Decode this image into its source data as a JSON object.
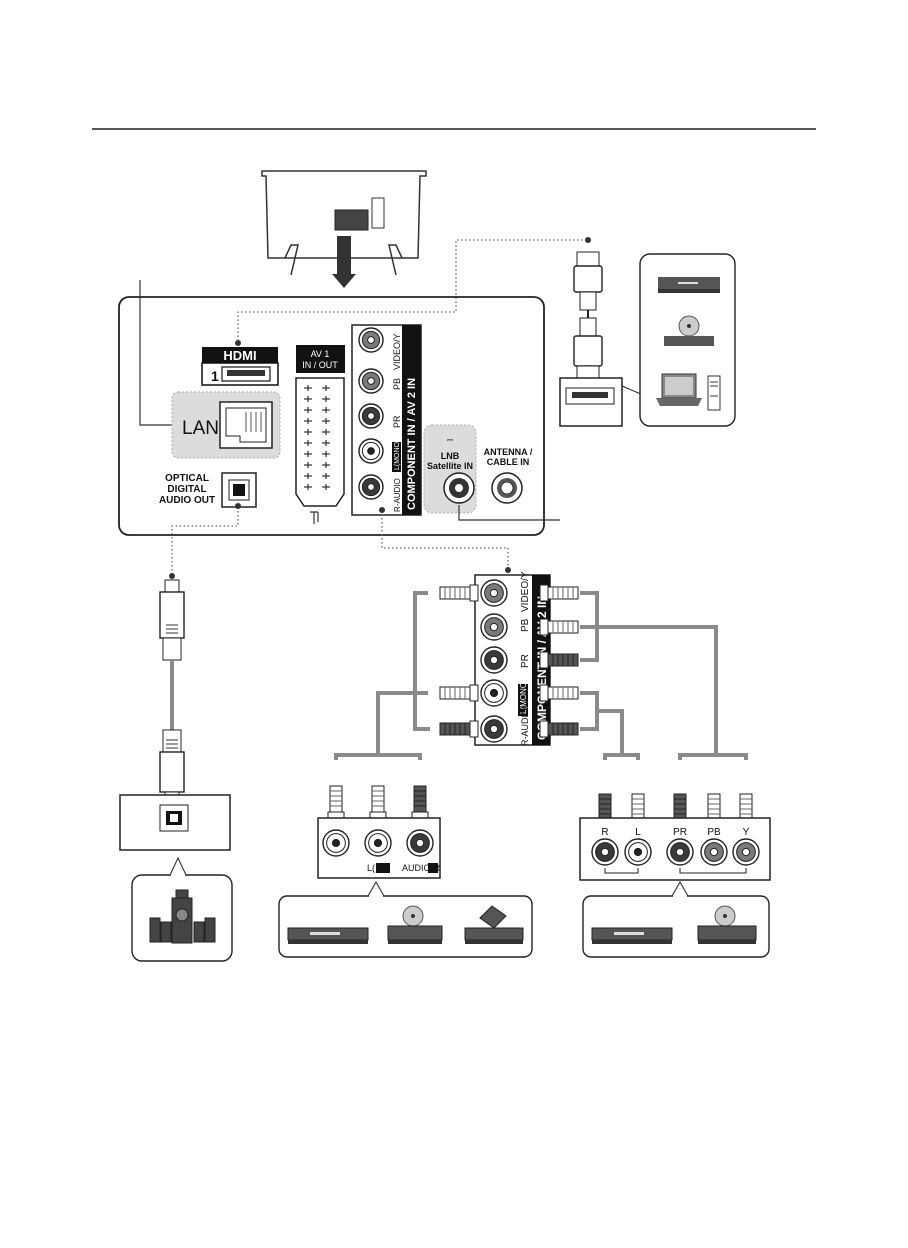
{
  "panel": {
    "hdmi_logo": "HDMI",
    "hdmi_number": "1",
    "av1_line1": "AV 1",
    "av1_line2": "IN / OUT",
    "lan": "LAN",
    "optical_line1": "OPTICAL",
    "optical_line2": "DIGITAL",
    "optical_line3": "AUDIO OUT",
    "lnb_line1": "LNB",
    "lnb_line2": "Satellite IN",
    "antenna_line1": "ANTENNA /",
    "antenna_line2": "CABLE IN",
    "component_title": "COMPONENT IN / AV 2 IN",
    "video_y": "VIDEO/Y",
    "pb": "PB",
    "pr": "PR",
    "l_mono": "L(MONO)",
    "audio": "R-AUDIO"
  },
  "zoom": {
    "component_title": "COMPONENT IN / AV 2 IN",
    "video_y": "VIDEO/Y",
    "pb": "PB",
    "pr": "PR",
    "l_mono": "L(MONO)",
    "audio": "R-AUDIO"
  },
  "av_device": {
    "l_label": "L(",
    "audio_r": "AUDIO-R"
  },
  "component_device": {
    "r": "R",
    "l": "L",
    "pr": "PR",
    "pb": "PB",
    "y": "Y"
  },
  "colors": {
    "cable": "#8a8a8a",
    "highlight_box": "#dcdcdc",
    "jack_dark": "#3a3a3a",
    "jack_gray": "#7a7a7a",
    "line": "#222222"
  }
}
